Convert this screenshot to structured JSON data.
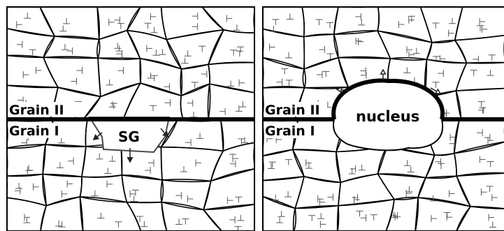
{
  "panels": [
    {
      "id": "left",
      "upper_grain_label": "Grain II",
      "lower_grain_label": "Grain I",
      "feature_label": "SG"
    },
    {
      "id": "right",
      "upper_grain_label": "Grain II",
      "lower_grain_label": "Grain I",
      "feature_label": "nucleus"
    }
  ],
  "colors": {
    "background": "#ffffff",
    "line": "#000000",
    "subgrain_boundary": "#444444",
    "dislocation_symbol": "#555555"
  },
  "icons": {
    "dislocation": "perpendicular-symbol",
    "growth_direction": "arrow-icon"
  }
}
